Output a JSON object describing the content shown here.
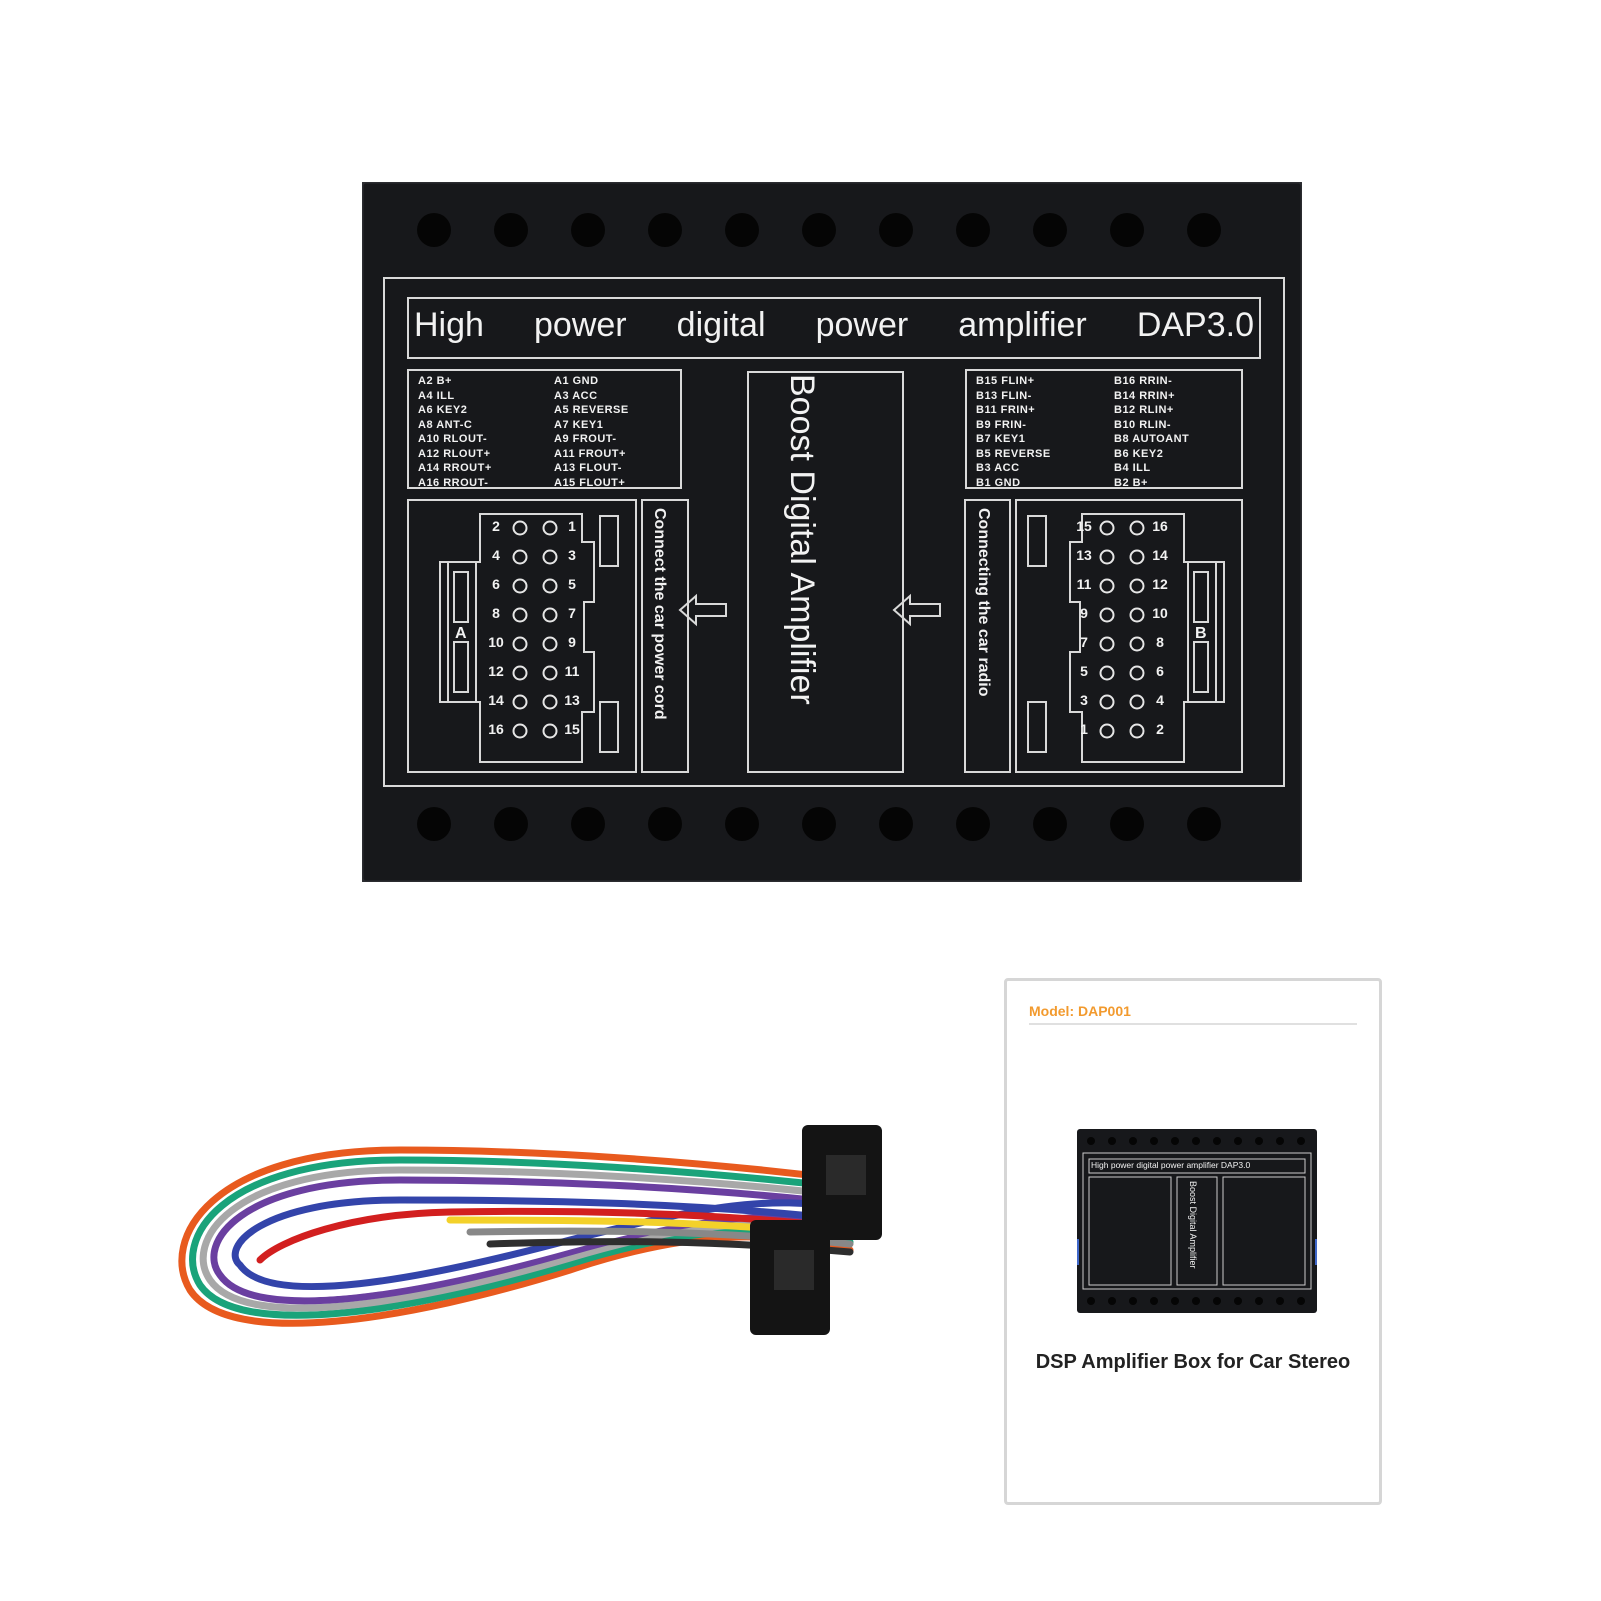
{
  "amplifier": {
    "title": "High power digital power amplifier DAP3.0",
    "center_label": "Boost Digital Amplifier",
    "left_caption": "Connect the car power cord",
    "right_caption": "Connecting the car radio",
    "connector_a_letter": "A",
    "connector_b_letter": "B",
    "left_pins_col1": [
      "A2 B+",
      "A4 ILL",
      "A6 KEY2",
      "A8 ANT-C",
      "A10 RLOUT-",
      "A12 RLOUT+",
      "A14 RROUT+",
      "A16 RROUT-"
    ],
    "left_pins_col2": [
      "A1 GND",
      "A3 ACC",
      "A5 REVERSE",
      "A7 KEY1",
      "A9 FROUT-",
      "A11 FROUT+",
      "A13 FLOUT-",
      "A15 FLOUT+"
    ],
    "right_pins_col1": [
      "B15 FLIN+",
      "B13 FLIN-",
      "B11 FRIN+",
      "B9 FRIN-",
      "B7 KEY1",
      "B5 REVERSE",
      "B3 ACC",
      "B1 GND"
    ],
    "right_pins_col2": [
      "B16 RRIN-",
      "B14 RRIN+",
      "B12 RLIN+",
      "B10 RLIN-",
      "B8 AUTOANT",
      "B6 KEY2",
      "B4 ILL",
      "B2 B+"
    ],
    "conn_a_left_numbers": [
      "2",
      "4",
      "6",
      "8",
      "10",
      "12",
      "14",
      "16"
    ],
    "conn_a_right_numbers": [
      "1",
      "3",
      "5",
      "7",
      "9",
      "11",
      "13",
      "15"
    ],
    "conn_b_left_numbers": [
      "15",
      "13",
      "11",
      "9",
      "7",
      "5",
      "3",
      "1"
    ],
    "conn_b_right_numbers": [
      "16",
      "14",
      "12",
      "10",
      "8",
      "6",
      "4",
      "2"
    ]
  },
  "manual": {
    "model": "Model: DAP001",
    "thumb_title": "High power digital power amplifier DAP3.0",
    "thumb_center": "Boost Digital Amplifier",
    "caption": "DSP Amplifier Box for Car Stereo"
  },
  "colors": {
    "amp_body": "#17181b",
    "print": "#f2f2f2",
    "model_text": "#f29a2e",
    "clip_blue": "#3f67c9"
  }
}
